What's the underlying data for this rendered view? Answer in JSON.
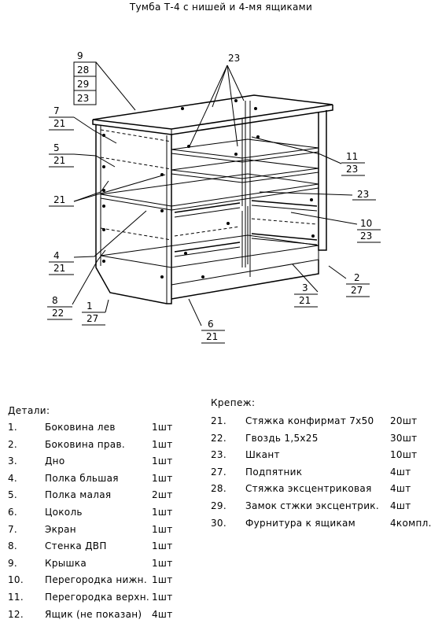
{
  "title": "Тумба Т-4 с нишей и 4-мя ящиками",
  "callouts": [
    {
      "id": "c9",
      "values": [
        "9",
        "28",
        "29",
        "23"
      ]
    },
    {
      "id": "c7",
      "values": [
        "7",
        "21"
      ]
    },
    {
      "id": "c5",
      "values": [
        "5",
        "21"
      ]
    },
    {
      "id": "c21",
      "values": [
        "21"
      ]
    },
    {
      "id": "c4",
      "values": [
        "4",
        "21"
      ]
    },
    {
      "id": "c8",
      "values": [
        "8",
        "22"
      ]
    },
    {
      "id": "c1",
      "values": [
        "1",
        "27"
      ]
    },
    {
      "id": "c6",
      "values": [
        "6",
        "21"
      ]
    },
    {
      "id": "c3",
      "values": [
        "3",
        "21"
      ]
    },
    {
      "id": "c2",
      "values": [
        "2",
        "27"
      ]
    },
    {
      "id": "c10",
      "values": [
        "10",
        "23"
      ]
    },
    {
      "id": "c23m",
      "values": [
        "23"
      ]
    },
    {
      "id": "c11",
      "values": [
        "11",
        "23"
      ]
    },
    {
      "id": "c23t",
      "values": [
        "23"
      ]
    }
  ],
  "details": {
    "heading": "Детали:",
    "items": [
      {
        "num": "1.",
        "name": "Боковина лев",
        "qty": "1шт"
      },
      {
        "num": "2.",
        "name": "Боковина прав.",
        "qty": "1шт"
      },
      {
        "num": "3.",
        "name": "Дно",
        "qty": "1шт"
      },
      {
        "num": "4.",
        "name": "Полка бльшая",
        "qty": "1шт"
      },
      {
        "num": "5.",
        "name": "Полка малая",
        "qty": "2шт"
      },
      {
        "num": "6.",
        "name": "Цоколь",
        "qty": "1шт"
      },
      {
        "num": "7.",
        "name": "Экран",
        "qty": "1шт"
      },
      {
        "num": "8.",
        "name": "Стенка ДВП",
        "qty": "1шт"
      },
      {
        "num": "9.",
        "name": "Крышка",
        "qty": "1шт"
      },
      {
        "num": "10.",
        "name": "Перегородка нижн.",
        "qty": "1шт"
      },
      {
        "num": "11.",
        "name": "Перегородка верхн.",
        "qty": "1шт"
      },
      {
        "num": "12.",
        "name": "Ящик (не показан)",
        "qty": "4шт"
      }
    ]
  },
  "fasteners": {
    "heading": "Крепеж:",
    "items": [
      {
        "num": "21.",
        "name": "Стяжка конфирмат 7х50",
        "qty": "20шт"
      },
      {
        "num": "22.",
        "name": "Гвоздь 1,5х25",
        "qty": "30шт"
      },
      {
        "num": "23.",
        "name": "Шкант",
        "qty": "10шт"
      },
      {
        "num": "27.",
        "name": "Подпятник",
        "qty": "4шт"
      },
      {
        "num": "28.",
        "name": "Стяжка эксцентриковая",
        "qty": "4шт"
      },
      {
        "num": "29.",
        "name": "Замок стжки эксцентрик.",
        "qty": "4шт"
      },
      {
        "num": "30.",
        "name": "Фурнитура к ящикам",
        "qty": "4компл."
      }
    ]
  }
}
